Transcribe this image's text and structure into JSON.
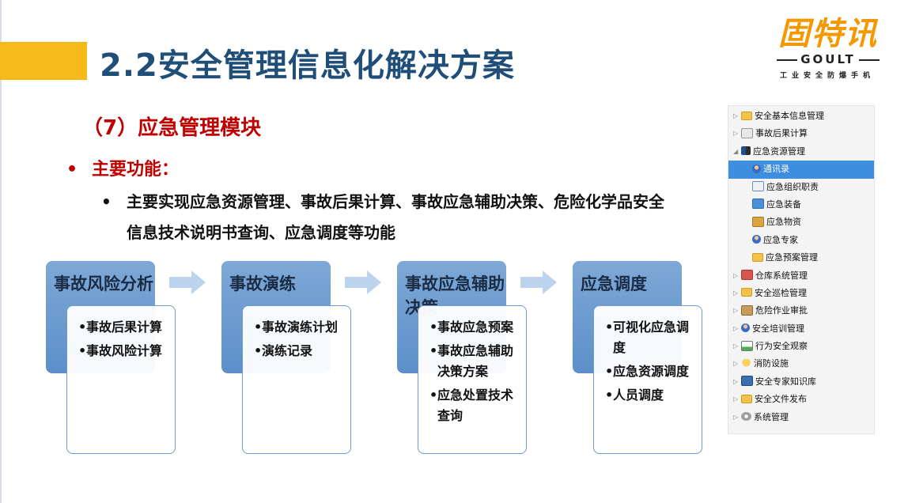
{
  "page": {
    "title": "2.2安全管理信息化解决方案",
    "section": "（7）应急管理模块"
  },
  "logo": {
    "main": "固特讯",
    "sub": "GOULT",
    "tagline": "工业安全防爆手机"
  },
  "bullets": {
    "marker": "•",
    "main_label": "主要功能：",
    "description": "主要实现应急资源管理、事故后果计算、事故应急辅助决策、危险化学品安全信息技术说明书查询、应急调度等功能"
  },
  "stages": [
    {
      "title": "事故风险分析",
      "items": [
        "事故后果计算",
        "事故风险计算"
      ]
    },
    {
      "title": "事故演练",
      "items": [
        "事故演练计划",
        "演练记录"
      ]
    },
    {
      "title": "事故应急辅助决策",
      "items": [
        "事故应急预案",
        "事故应急辅助决策方案",
        "应急处置技术查询"
      ]
    },
    {
      "title": "应急调度",
      "items": [
        "可视化应急调度",
        "应急资源调度",
        "人员调度"
      ]
    }
  ],
  "tree": {
    "items": [
      {
        "label": "安全基本信息管理",
        "icon": "folder-icon",
        "level": 0,
        "expanded": false
      },
      {
        "label": "事故后果计算",
        "icon": "calculator-icon",
        "level": 0,
        "expanded": false
      },
      {
        "label": "应急资源管理",
        "icon": "grid-icon",
        "level": 0,
        "expanded": true
      },
      {
        "label": "通讯录",
        "icon": "person-icon",
        "level": 1,
        "selected": true
      },
      {
        "label": "应急组织职责",
        "icon": "id-card-icon",
        "level": 1
      },
      {
        "label": "应急装备",
        "icon": "kit-icon",
        "level": 1
      },
      {
        "label": "应急物资",
        "icon": "box-icon",
        "level": 1
      },
      {
        "label": "应急专家",
        "icon": "person-icon",
        "level": 1
      },
      {
        "label": "应急预案管理",
        "icon": "folder-icon",
        "level": 1
      },
      {
        "label": "仓库系统管理",
        "icon": "house-icon",
        "level": 0,
        "expanded": false
      },
      {
        "label": "安全巡检管理",
        "icon": "folder-icon",
        "level": 0,
        "expanded": false
      },
      {
        "label": "危险作业审批",
        "icon": "clipboard-icon",
        "level": 0,
        "expanded": false
      },
      {
        "label": "安全培训管理",
        "icon": "person-icon",
        "level": 0,
        "expanded": false
      },
      {
        "label": "行为安全观察",
        "icon": "chart-icon",
        "level": 0,
        "expanded": false
      },
      {
        "label": "消防设施",
        "icon": "bulb-icon",
        "level": 0,
        "expanded": false
      },
      {
        "label": "安全专家知识库",
        "icon": "monitor-icon",
        "level": 0,
        "expanded": false
      },
      {
        "label": "安全文件发布",
        "icon": "folder-icon",
        "level": 0,
        "expanded": false
      },
      {
        "label": "系统管理",
        "icon": "gear-icon",
        "level": 0,
        "expanded": false
      }
    ]
  },
  "colors": {
    "title_blue": "#1f4e79",
    "accent_yellow": "#f6b91a",
    "section_red": "#c00000",
    "stage_blue": "#5c8fc9",
    "arrow_blue": "#bcd3ee",
    "tree_selected": "#3d8ee0",
    "logo_orange": "#f39800"
  }
}
